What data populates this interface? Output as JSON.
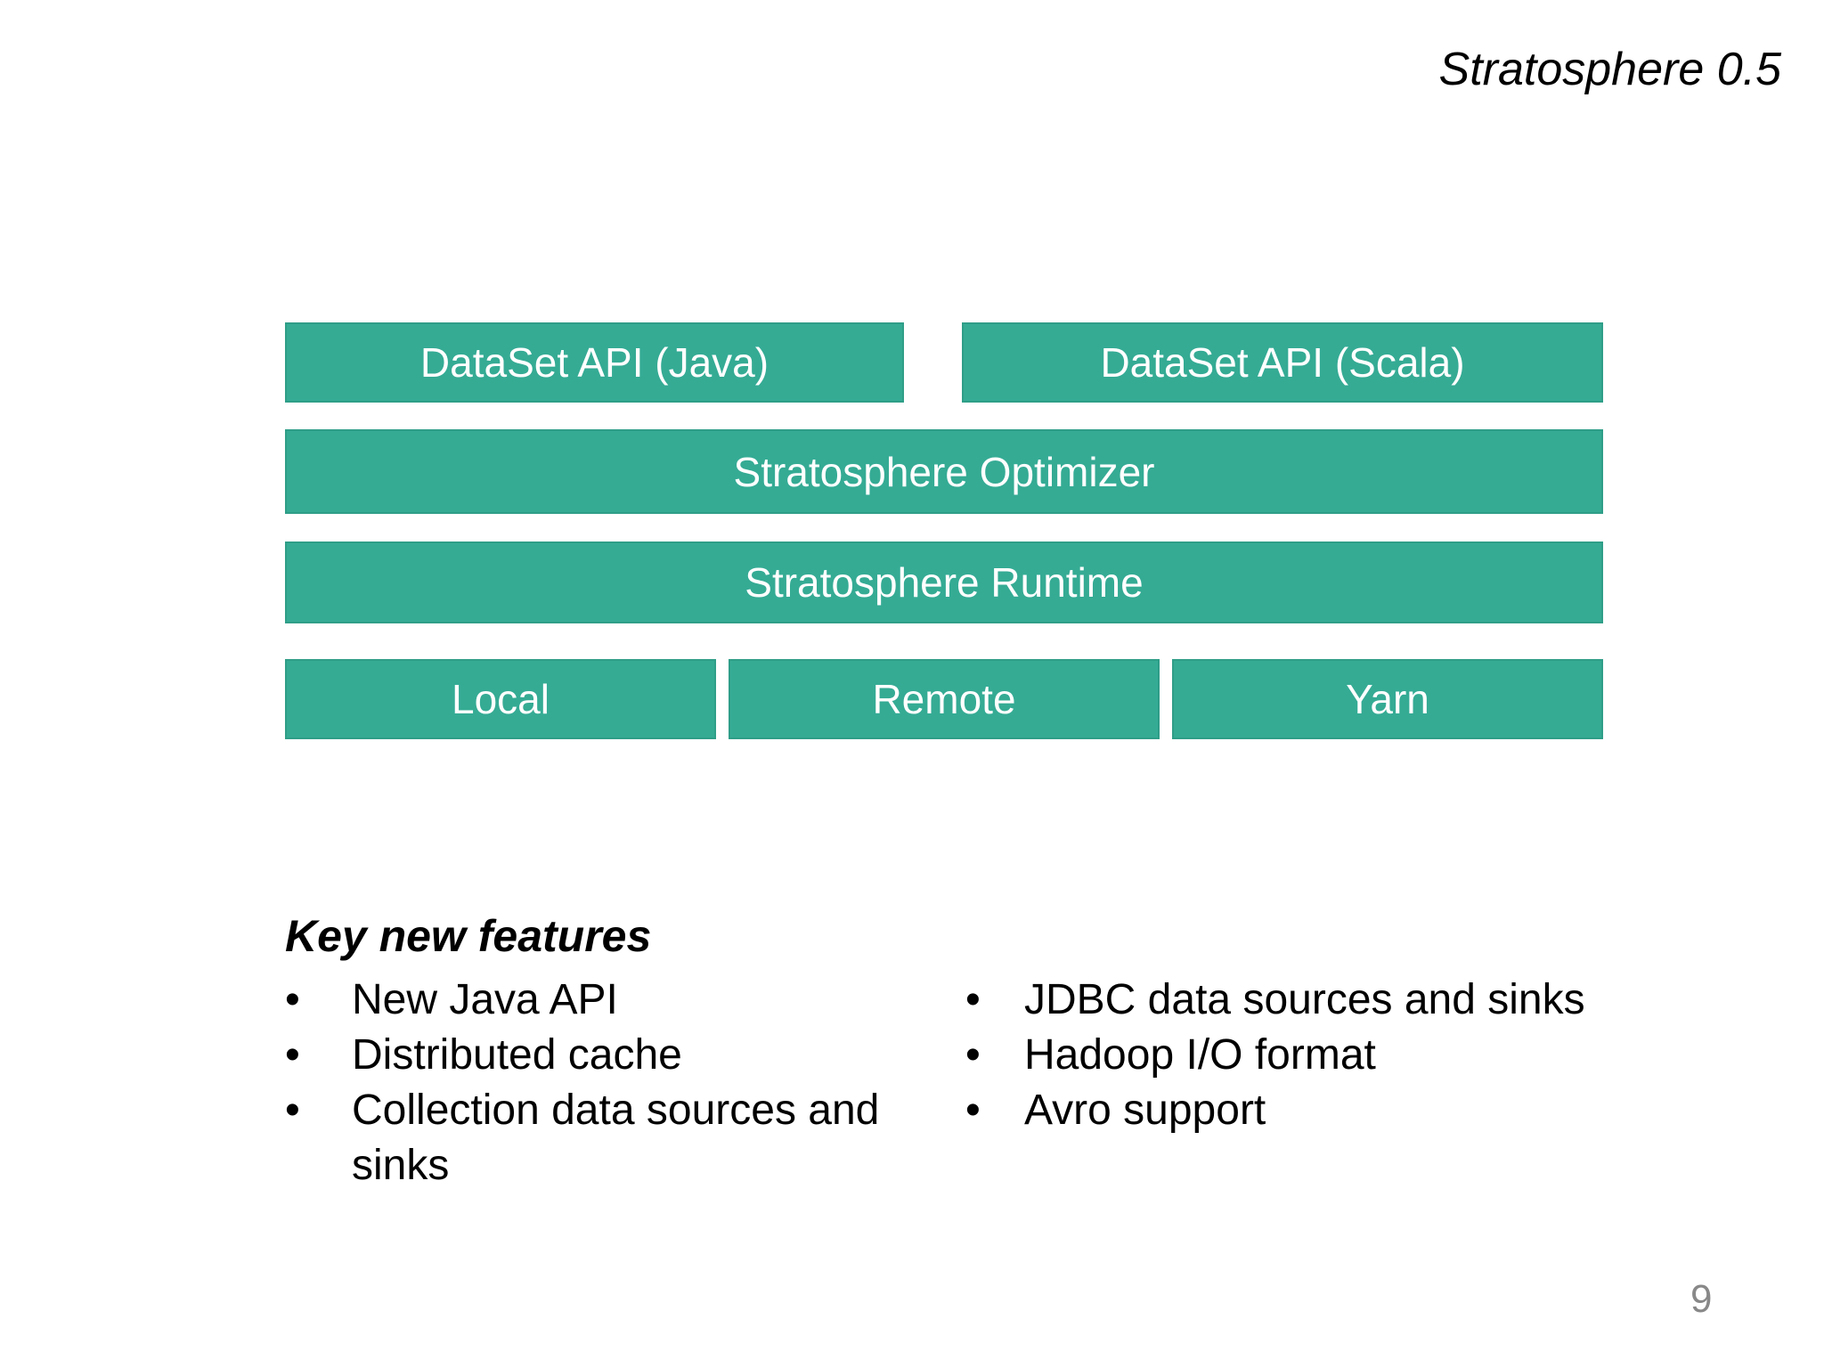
{
  "title": "Stratosphere 0.5",
  "page_number": "9",
  "colors": {
    "box_fill": "#35ab94",
    "box_border": "#2f9e88",
    "box_text": "#ffffff",
    "body_text": "#000000",
    "page_number": "#888888"
  },
  "diagram": {
    "api_java": "DataSet API (Java)",
    "api_scala": "DataSet API (Scala)",
    "optimizer": "Stratosphere Optimizer",
    "runtime": "Stratosphere Runtime",
    "local": "Local",
    "remote": "Remote",
    "yarn": "Yarn"
  },
  "features": {
    "heading": "Key new features",
    "bullet_char": "•",
    "left": [
      "New Java API",
      "Distributed cache",
      "Collection data sources and sinks"
    ],
    "right": [
      "JDBC data sources and sinks",
      "Hadoop I/O format",
      "Avro support"
    ]
  }
}
